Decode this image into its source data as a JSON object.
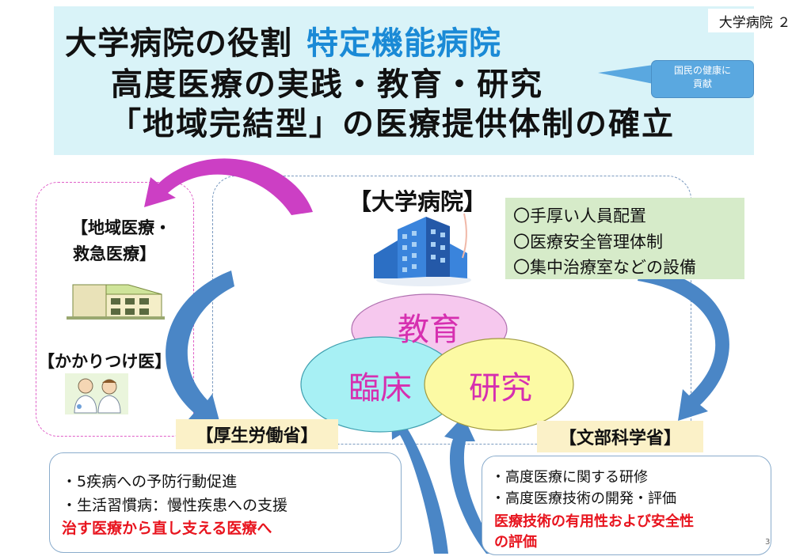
{
  "header": {
    "title_prefix": "大学病院の役割",
    "title_highlight": "特定機能病院",
    "line2": "高度医療の実践・教育・研究",
    "line3": "「地域完結型」の医療提供体制の確立",
    "page_label": "大学病院 ２",
    "callout_line1": "国民の健康に",
    "callout_line2": "貢献"
  },
  "left_region": {
    "regional_label_1": "【地域医療・",
    "regional_label_2": "救急医療】",
    "clinic_label": "【かかりつけ医】"
  },
  "university_hospital": {
    "label": "【大学病院】",
    "features": [
      "〇手厚い人員配置",
      "〇医療安全管理体制",
      "〇集中治療室などの設備"
    ]
  },
  "circles": {
    "education": "教育",
    "clinical": "臨床",
    "research": "研究"
  },
  "mhlw": {
    "label": "【厚生労働省】",
    "items": [
      "・5疾病への予防行動促進",
      "・生活習慣病：慢性疾患への支援"
    ],
    "emphasis": "治す医療から直し支える医療へ"
  },
  "mext": {
    "label": "【文部科学省】",
    "items": [
      "・高度医療に関する研修",
      "・高度医療技術の開発・評価"
    ],
    "emphasis_line1": "医療技術の有用性および安全性",
    "emphasis_line2": "の評価"
  },
  "page_number": "3",
  "colors": {
    "header_bg": "#d9f3f8",
    "highlight": "#1a8ad6",
    "education_circle": "#f6c8ee",
    "clinical_circle": "#a7f0f4",
    "research_circle": "#fcfaa4",
    "circle_text": "#d62fb0",
    "emphasis_red": "#e8141e",
    "arrow_blue": "#4a86c6",
    "arrow_magenta": "#cc3fc4"
  }
}
